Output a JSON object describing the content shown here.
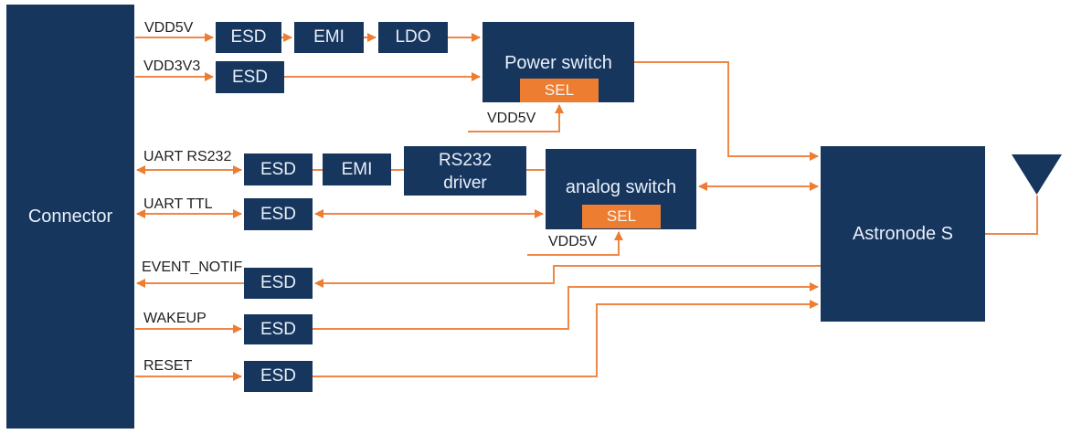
{
  "colors": {
    "block_navy": "#17365D",
    "accent_orange": "#ED7D31",
    "wire_orange": "#EF8748",
    "block_text": "#E8F0FA",
    "signal_label_text": "#1F1F1F",
    "background": "#FFFFFF"
  },
  "connector": {
    "label": "Connector"
  },
  "power_chain": {
    "vdd5v_label": "VDD5V",
    "vdd3v3_label": "VDD3V3",
    "esd_label": "ESD",
    "emi_label": "EMI",
    "ldo_label": "LDO",
    "power_switch_label": "Power switch",
    "sel_label": "SEL",
    "sel_supply_label": "VDD5V"
  },
  "uart_chain": {
    "uart_rs232_label": "UART RS232",
    "uart_ttl_label": "UART TTL",
    "esd_label": "ESD",
    "emi_label": "EMI",
    "rs232_driver_line1": "RS232",
    "rs232_driver_line2": "driver",
    "analog_switch_label": "analog switch",
    "sel_label": "SEL",
    "sel_supply_label": "VDD5V"
  },
  "gpio": {
    "event_notif_label": "EVENT_NOTIF",
    "wakeup_label": "WAKEUP",
    "reset_label": "RESET",
    "esd_label": "ESD"
  },
  "module": {
    "astronode_label": "Astronode S"
  }
}
